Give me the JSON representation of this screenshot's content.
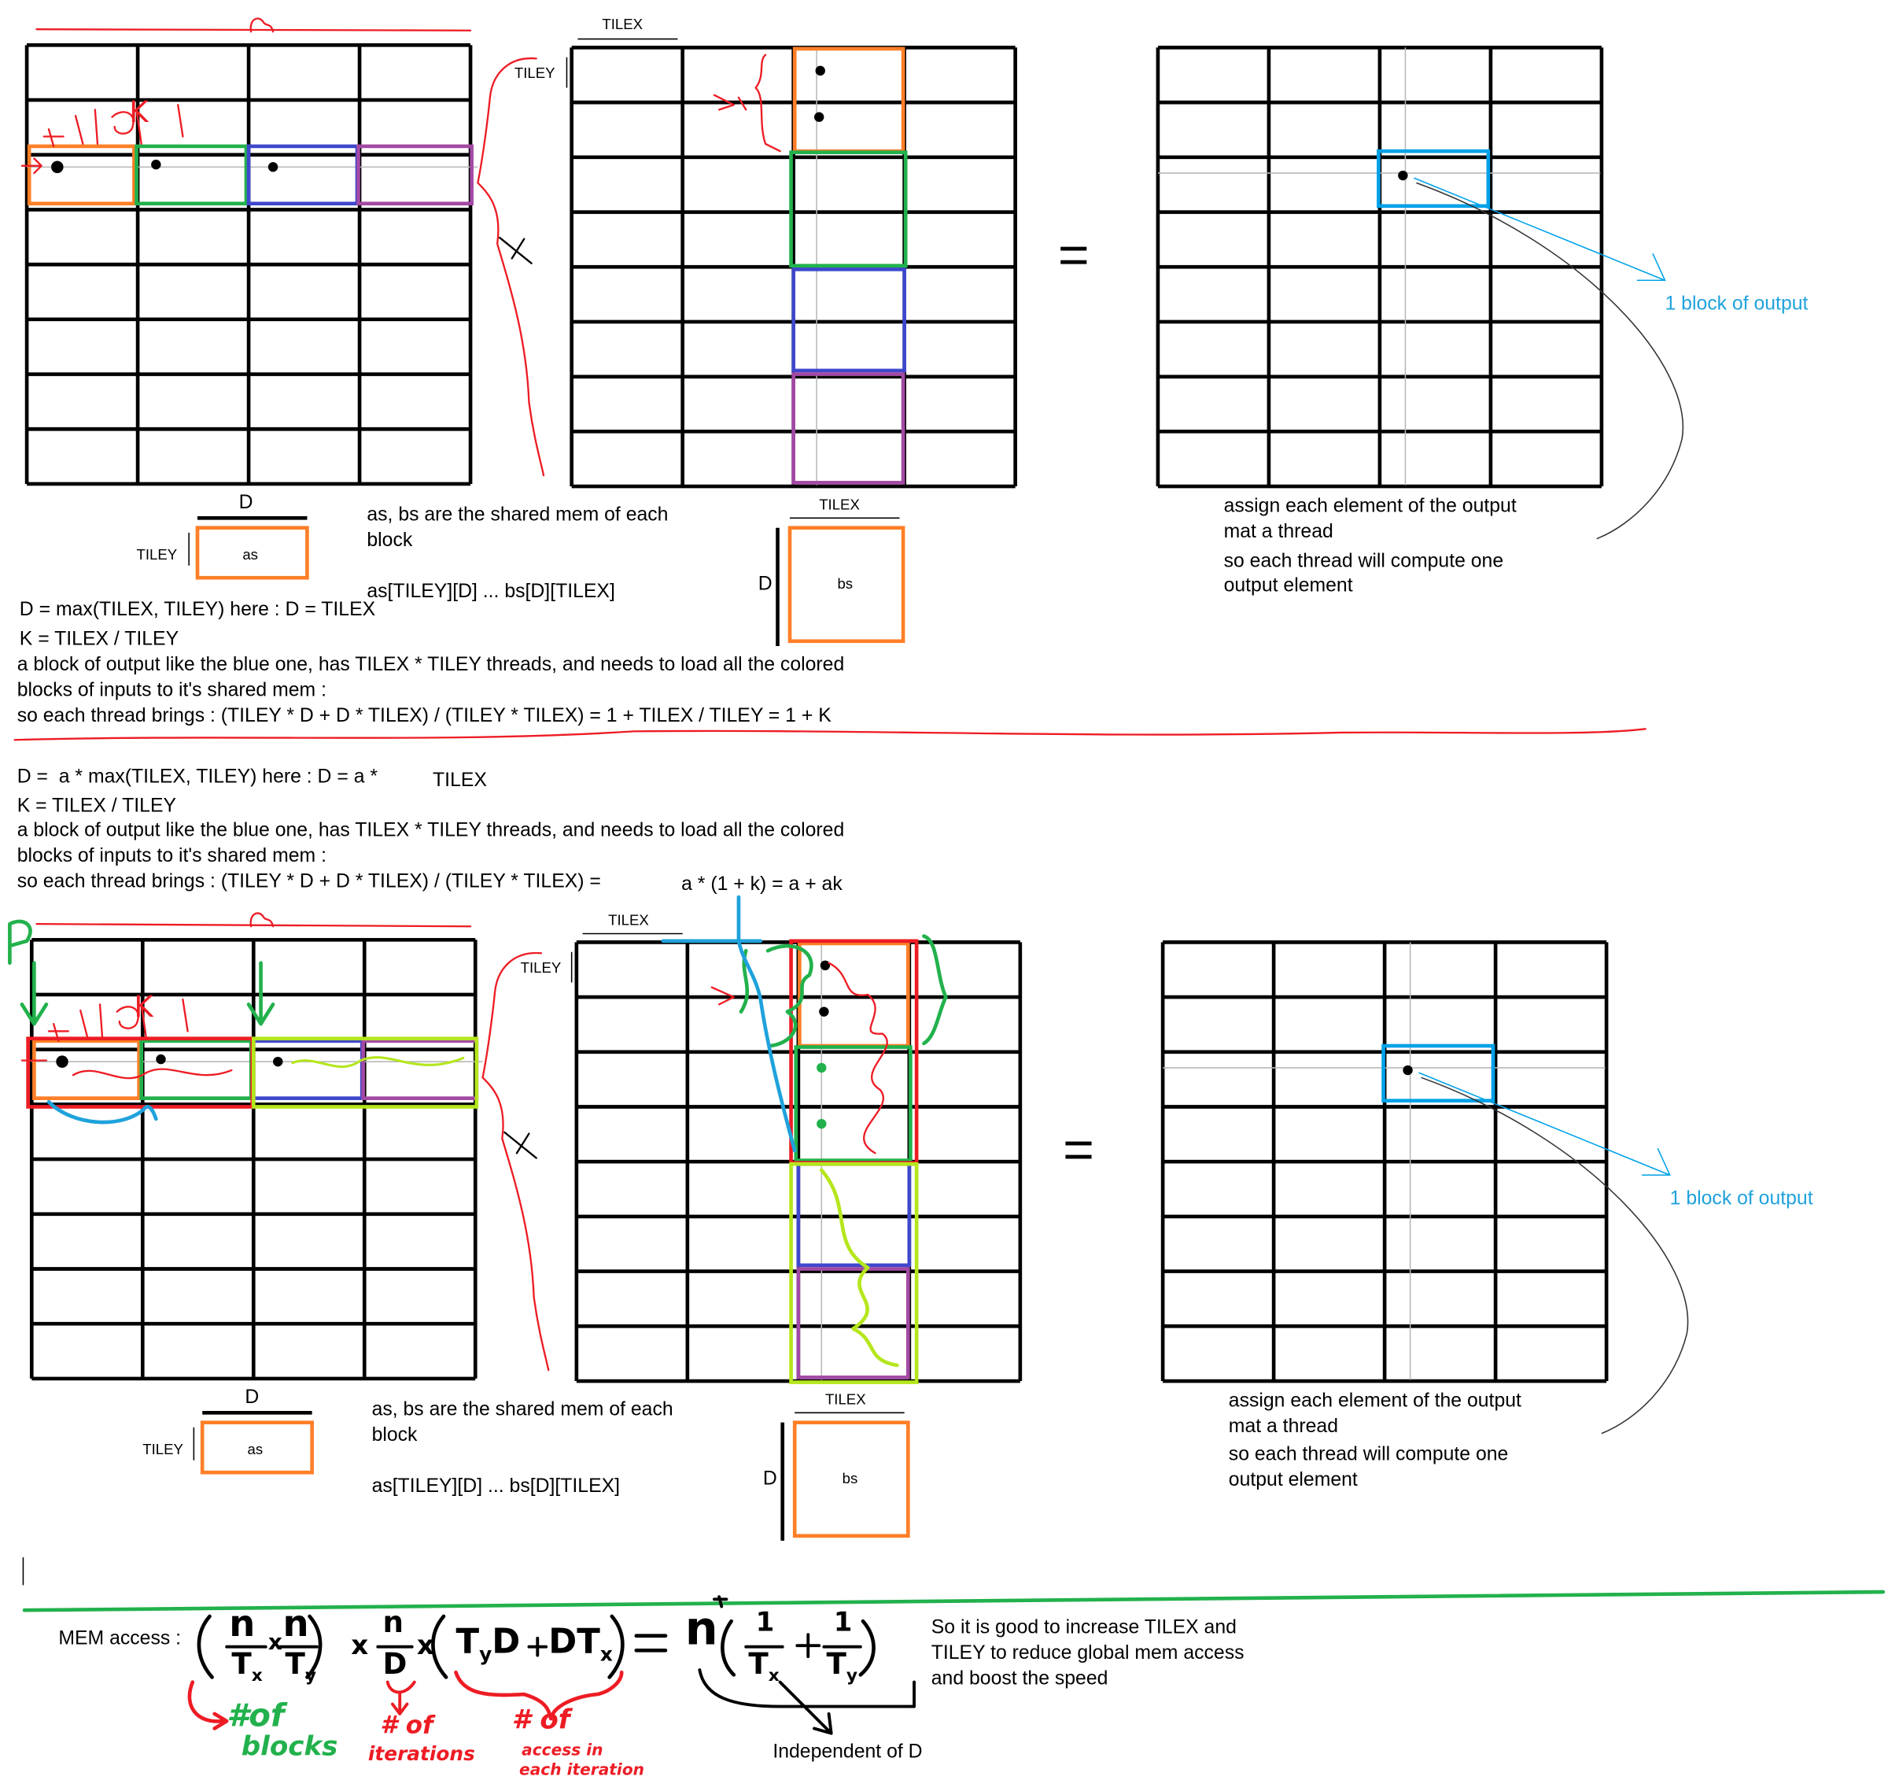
{
  "labels": {
    "tilex": "TILEX",
    "tiley": "TILEY",
    "d": "D",
    "as": "as",
    "bs": "bs",
    "equals": "=",
    "output_block": "1 block of output",
    "k_mark": "K"
  },
  "section1": {
    "shared_note_1": "as, bs are the shared mem of each",
    "shared_note_2": "block",
    "shared_decl": "as[TILEY][D] ... bs[D][TILEX]",
    "assign_1": "assign each element of the output",
    "assign_2": "mat a thread",
    "assign_3": "so each thread will compute one",
    "assign_4": "output element",
    "line_d": "D = max(TILEX, TILEY) here : D = TILEX",
    "line_k": "K = TILEX / TILEY",
    "line_block_1": "a block of output like the blue one, has TILEX * TILEY threads, and needs to load all the colored",
    "line_block_2": "blocks of inputs to it's shared mem :",
    "line_brings": "so each thread brings : (TILEY * D + D * TILEX) / (TILEY * TILEX) = 1 + TILEX / TILEY = 1 + K"
  },
  "section2": {
    "line_d_a": "D =  a * max(TILEX, TILEY) here : D = a *",
    "line_d_b": "TILEX",
    "line_k": "K = TILEX / TILEY",
    "line_block_1": "a block of output like the blue one, has TILEX * TILEY threads, and needs to load all the colored",
    "line_block_2": "blocks of inputs to it's shared mem :",
    "line_brings_a": "so each thread brings : (TILEY * D + D * TILEX) / (TILEY * TILEX) =",
    "line_brings_b": "a * (1 + k) = a + ak",
    "shared_note_1": "as, bs are the shared mem of each",
    "shared_note_2": "block",
    "shared_decl": "as[TILEY][D] ... bs[D][TILEX]",
    "assign_1": "assign each element of the output",
    "assign_2": "mat a thread",
    "assign_3": "so each thread will compute one",
    "assign_4": "output element"
  },
  "section3": {
    "mem_access": "MEM access :",
    "conclusion_1": "So it is good to increase TILEX and",
    "conclusion_2": "TILEY to reduce global mem access",
    "conclusion_3": "and boost the speed",
    "independent": "Independent of D",
    "hw_blocks_1": "#of",
    "hw_blocks_2": "blocks",
    "hw_iter_1": "# of",
    "hw_iter_2": "iterations",
    "hw_access_1": "# of",
    "hw_access_2": "access in",
    "hw_access_3": "each iteration"
  },
  "colors": {
    "orange": "#ff7f27",
    "green": "#22b14c",
    "navy": "#3f48cc",
    "purple": "#a349a4",
    "cyan": "#00a2e8",
    "red": "#ed1c24",
    "lime": "#b5e61d"
  }
}
